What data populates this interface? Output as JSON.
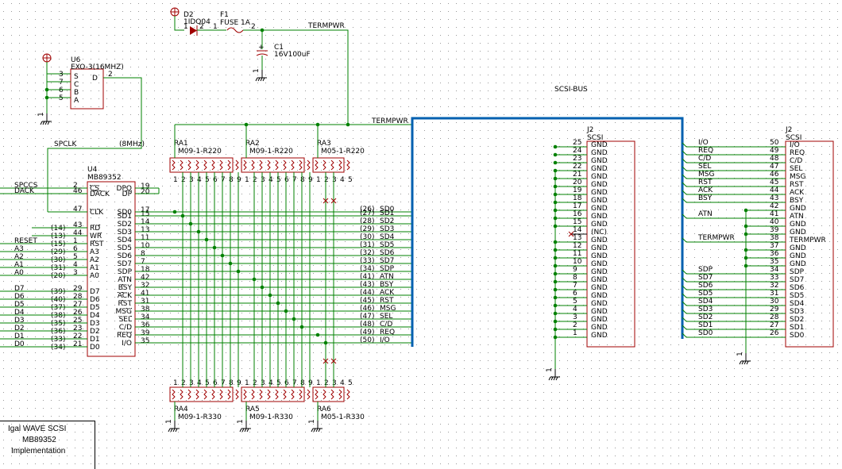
{
  "title_block": {
    "line1": "Igal WAVE SCSI",
    "line2": "MB89352",
    "line3": "Implementation"
  },
  "colors": {
    "wire": "#008000",
    "bus": "#0060b0",
    "part": "#a00000",
    "text": "#000000",
    "pin": "#000000"
  },
  "bus_label": "SCSI-BUS",
  "power": {
    "d2": {
      "ref": "D2",
      "value": "1IDQ04",
      "pin1": "1",
      "pin2": "2"
    },
    "f1": {
      "ref": "F1",
      "value": "FUSE 1A",
      "pin1": "1",
      "pin2": "2"
    },
    "c1": {
      "ref": "C1",
      "value": "16V100uF"
    },
    "termpwr_label": "TERMPWR",
    "termpwr_label2": "TERMPWR"
  },
  "u6": {
    "ref": "U6",
    "value": "EXO-3(16MHZ)",
    "pins": [
      {
        "num": "3",
        "name": "S"
      },
      {
        "num": "7",
        "name": "C"
      },
      {
        "num": "6",
        "name": "B"
      },
      {
        "num": "5",
        "name": "A"
      }
    ],
    "out": {
      "num": "2",
      "name": "D"
    },
    "note": "(8MHz)",
    "spclk": "SPCLK"
  },
  "u4": {
    "ref": "U4",
    "value": "MB89352",
    "left": [
      {
        "net": "SPCCS",
        "num": "2",
        "name": "CS"
      },
      {
        "net": "DACK",
        "num": "46",
        "name": "DACK"
      },
      {
        "net": "",
        "num": "47",
        "name": "CLK"
      },
      {
        "net": "",
        "num": "43",
        "name": "RD",
        "ext": "(14)"
      },
      {
        "net": "",
        "num": "44",
        "name": "WR",
        "ext": "(13)"
      },
      {
        "net": "RESET",
        "num": "1",
        "name": "RST",
        "ext": "(15)"
      },
      {
        "net": "A3",
        "num": "6",
        "name": "A3",
        "ext": "(29)"
      },
      {
        "net": "A2",
        "num": "5",
        "name": "A2",
        "ext": "(30)"
      },
      {
        "net": "A1",
        "num": "4",
        "name": "A1",
        "ext": "(31)"
      },
      {
        "net": "A0",
        "num": "3",
        "name": "A0",
        "ext": "(20)"
      },
      {
        "net": "D7",
        "num": "29",
        "name": "D7",
        "ext": "(39)"
      },
      {
        "net": "D6",
        "num": "28",
        "name": "D6",
        "ext": "(40)"
      },
      {
        "net": "D5",
        "num": "27",
        "name": "D5",
        "ext": "(37)"
      },
      {
        "net": "D4",
        "num": "26",
        "name": "D4",
        "ext": "(38)"
      },
      {
        "net": "D3",
        "num": "25",
        "name": "D3",
        "ext": "(35)"
      },
      {
        "net": "D2",
        "num": "23",
        "name": "D2",
        "ext": "(36)"
      },
      {
        "net": "D1",
        "num": "22",
        "name": "D1",
        "ext": "(33)"
      },
      {
        "net": "D0",
        "num": "21",
        "name": "D0",
        "ext": "(34)"
      }
    ],
    "right": [
      {
        "num": "19",
        "name": "DPO"
      },
      {
        "num": "20",
        "name": "DP"
      },
      {
        "num": "17",
        "name": "SD0"
      },
      {
        "num": "15",
        "name": "SD1"
      },
      {
        "num": "14",
        "name": "SD2"
      },
      {
        "num": "13",
        "name": "SD3"
      },
      {
        "num": "11",
        "name": "SD4"
      },
      {
        "num": "10",
        "name": "SD5"
      },
      {
        "num": "8",
        "name": "SD6"
      },
      {
        "num": "7",
        "name": "SD7"
      },
      {
        "num": "18",
        "name": "SDP"
      },
      {
        "num": "42",
        "name": "ATN"
      },
      {
        "num": "32",
        "name": "BSY"
      },
      {
        "num": "41",
        "name": "ACK"
      },
      {
        "num": "31",
        "name": "RST"
      },
      {
        "num": "38",
        "name": "MSG"
      },
      {
        "num": "34",
        "name": "SEL"
      },
      {
        "num": "36",
        "name": "C/D"
      },
      {
        "num": "39",
        "name": "REQ"
      },
      {
        "num": "35",
        "name": "I/O"
      }
    ]
  },
  "bus_nets": [
    {
      "ext": "(26)",
      "name": "SD0"
    },
    {
      "ext": "(27)",
      "name": "SD1"
    },
    {
      "ext": "(28)",
      "name": "SD2"
    },
    {
      "ext": "(29)",
      "name": "SD3"
    },
    {
      "ext": "(30)",
      "name": "SD4"
    },
    {
      "ext": "(31)",
      "name": "SD5"
    },
    {
      "ext": "(32)",
      "name": "SD6"
    },
    {
      "ext": "(33)",
      "name": "SD7"
    },
    {
      "ext": "(34)",
      "name": "SDP"
    },
    {
      "ext": "(41)",
      "name": "ATN"
    },
    {
      "ext": "(43)",
      "name": "BSY"
    },
    {
      "ext": "(44)",
      "name": "ACK"
    },
    {
      "ext": "(45)",
      "name": "RST"
    },
    {
      "ext": "(46)",
      "name": "MSG"
    },
    {
      "ext": "(47)",
      "name": "SEL"
    },
    {
      "ext": "(48)",
      "name": "C/D"
    },
    {
      "ext": "(49)",
      "name": "REQ"
    },
    {
      "ext": "(50)",
      "name": "I/O"
    }
  ],
  "resistor_arrays": [
    {
      "ref": "RA1",
      "value": "M09-1-R220"
    },
    {
      "ref": "RA2",
      "value": "M09-1-R220"
    },
    {
      "ref": "RA3",
      "value": "M05-1-R220"
    },
    {
      "ref": "RA4",
      "value": "M09-1-R330"
    },
    {
      "ref": "RA5",
      "value": "M09-1-R330"
    },
    {
      "ref": "RA6",
      "value": "M05-1-R330"
    }
  ],
  "ra_pins9": [
    "1",
    "2",
    "3",
    "4",
    "5",
    "6",
    "7",
    "8",
    "9"
  ],
  "ra_pins5": [
    "1",
    "2",
    "3",
    "4",
    "5"
  ],
  "j2_left": {
    "ref": "J2",
    "value": "SCSI",
    "pins": [
      {
        "num": "25",
        "name": "GND"
      },
      {
        "num": "24",
        "name": "GND"
      },
      {
        "num": "23",
        "name": "GND"
      },
      {
        "num": "22",
        "name": "GND"
      },
      {
        "num": "21",
        "name": "GND"
      },
      {
        "num": "20",
        "name": "GND"
      },
      {
        "num": "19",
        "name": "GND"
      },
      {
        "num": "18",
        "name": "GND"
      },
      {
        "num": "17",
        "name": "GND"
      },
      {
        "num": "16",
        "name": "GND"
      },
      {
        "num": "15",
        "name": "GND"
      },
      {
        "num": "14",
        "name": "(NC)"
      },
      {
        "num": "13",
        "name": "GND"
      },
      {
        "num": "12",
        "name": "GND"
      },
      {
        "num": "11",
        "name": "GND"
      },
      {
        "num": "10",
        "name": "GND"
      },
      {
        "num": "9",
        "name": "GND"
      },
      {
        "num": "8",
        "name": "GND"
      },
      {
        "num": "7",
        "name": "GND"
      },
      {
        "num": "6",
        "name": "GND"
      },
      {
        "num": "5",
        "name": "GND"
      },
      {
        "num": "4",
        "name": "GND"
      },
      {
        "num": "3",
        "name": "GND"
      },
      {
        "num": "2",
        "name": "GND"
      },
      {
        "num": "1",
        "name": "GND"
      }
    ]
  },
  "j2_right": {
    "ref": "J2",
    "value": "SCSI",
    "pins": [
      {
        "num": "50",
        "name": "I/O",
        "net": "I/O"
      },
      {
        "num": "49",
        "name": "REQ",
        "net": "REQ"
      },
      {
        "num": "48",
        "name": "C/D",
        "net": "C/D"
      },
      {
        "num": "47",
        "name": "SEL",
        "net": "SEL"
      },
      {
        "num": "46",
        "name": "MSG",
        "net": "MSG"
      },
      {
        "num": "45",
        "name": "RST",
        "net": "RST"
      },
      {
        "num": "44",
        "name": "ACK",
        "net": "ACK"
      },
      {
        "num": "43",
        "name": "BSY",
        "net": "BSY"
      },
      {
        "num": "42",
        "name": "GND",
        "net": ""
      },
      {
        "num": "41",
        "name": "ATN",
        "net": "ATN"
      },
      {
        "num": "40",
        "name": "GND",
        "net": ""
      },
      {
        "num": "39",
        "name": "GND",
        "net": ""
      },
      {
        "num": "38",
        "name": "TERMPWR",
        "net": "TERMPWR"
      },
      {
        "num": "37",
        "name": "GND",
        "net": ""
      },
      {
        "num": "36",
        "name": "GND",
        "net": ""
      },
      {
        "num": "35",
        "name": "GND",
        "net": ""
      },
      {
        "num": "34",
        "name": "SDP",
        "net": "SDP"
      },
      {
        "num": "33",
        "name": "SD7",
        "net": "SD7"
      },
      {
        "num": "32",
        "name": "SD6",
        "net": "SD6"
      },
      {
        "num": "31",
        "name": "SD5",
        "net": "SD5"
      },
      {
        "num": "30",
        "name": "SD4",
        "net": "SD4"
      },
      {
        "num": "29",
        "name": "SD3",
        "net": "SD3"
      },
      {
        "num": "28",
        "name": "SD2",
        "net": "SD2"
      },
      {
        "num": "27",
        "name": "SD1",
        "net": "SD1"
      },
      {
        "num": "26",
        "name": "SD0",
        "net": "SD0"
      }
    ]
  },
  "gnd_pin": "1"
}
